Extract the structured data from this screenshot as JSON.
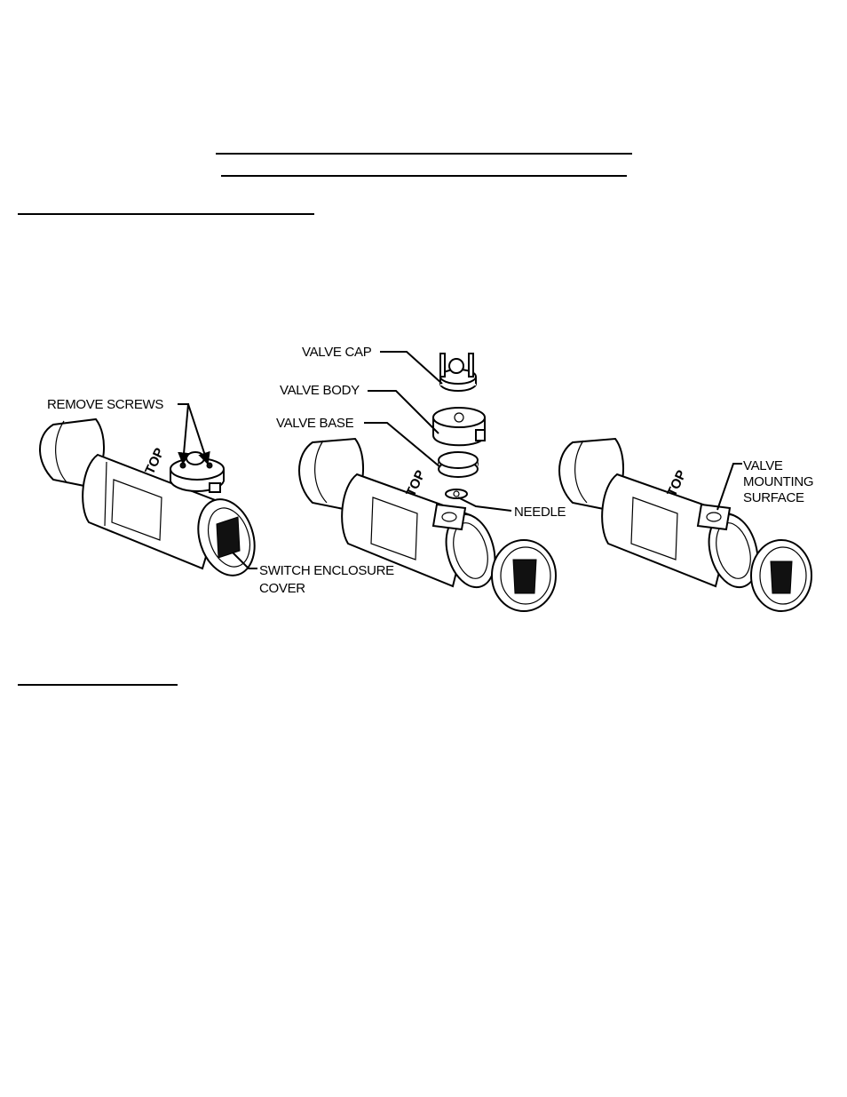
{
  "labels": {
    "valve_cap": "VALVE CAP",
    "valve_body": "VALVE BODY",
    "valve_base": "VALVE BASE",
    "remove_screws": "REMOVE SCREWS",
    "needle": "NEEDLE",
    "switch_enclosure_cover_line1": "SWITCH ENCLOSURE",
    "switch_enclosure_cover_line2": "COVER",
    "valve_mounting_surface_line1": "VALVE",
    "valve_mounting_surface_line2": "MOUNTING",
    "valve_mounting_surface_line3": "SURFACE"
  },
  "housing_marking": "TOP"
}
